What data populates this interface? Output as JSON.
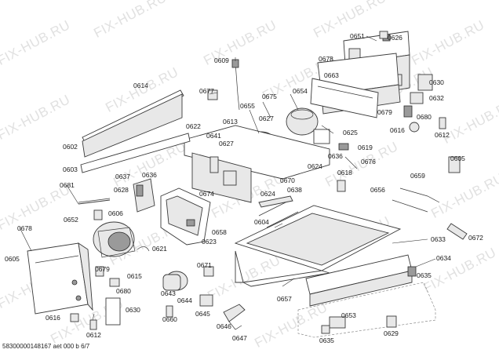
{
  "watermark": "FIX-HUB.RU",
  "document_id": "58300000148167 aet 000 b 6/7",
  "part_labels": {
    "p0651": "0651",
    "p0626": "0626",
    "p0609": "0609",
    "p0678a": "0678",
    "p0663": "0663",
    "p0630a": "0630",
    "p0632": "0632",
    "p0614": "0614",
    "p0677": "0677",
    "p0675": "0675",
    "p0654": "0654",
    "p0655": "0655",
    "p0627a": "0627",
    "p0679a": "0679",
    "p0680a": "0680",
    "p0616a": "0616",
    "p0612a": "0612",
    "p0622": "0622",
    "p0613": "0613",
    "p0641": "0641",
    "p0627b": "0627",
    "p0625": "0625",
    "p0619": "0619",
    "p0602": "0602",
    "p0636b": "0636",
    "p0676": "0676",
    "p0605a": "0605",
    "p0603": "0603",
    "p0624a": "0624",
    "p0618": "0618",
    "p0637": "0637",
    "p0636": "0636",
    "p0670": "0670",
    "p0681": "0681",
    "p0628": "0628",
    "p0638": "0638",
    "p0659": "0659",
    "p0656": "0656",
    "p0674": "0674",
    "p0624b": "0624",
    "p0652": "0652",
    "p0606": "0606",
    "p0604": "0604",
    "p0678b": "0678",
    "p0658": "0658",
    "p0623": "0623",
    "p0633": "0633",
    "p0672": "0672",
    "p0621": "0621",
    "p0634": "0634",
    "p0605b": "0605",
    "p0671": "0671",
    "p0679b": "0679",
    "p0615": "0615",
    "p0635a": "0635",
    "p0680b": "0680",
    "p0643": "0643",
    "p0644": "0644",
    "p0657": "0657",
    "p0630b": "0630",
    "p0660": "0660",
    "p0645": "0645",
    "p0616b": "0616",
    "p0653": "0653",
    "p0612b": "0612",
    "p0646": "0646",
    "p0629": "0629",
    "p0647": "0647",
    "p0635b": "0635"
  }
}
